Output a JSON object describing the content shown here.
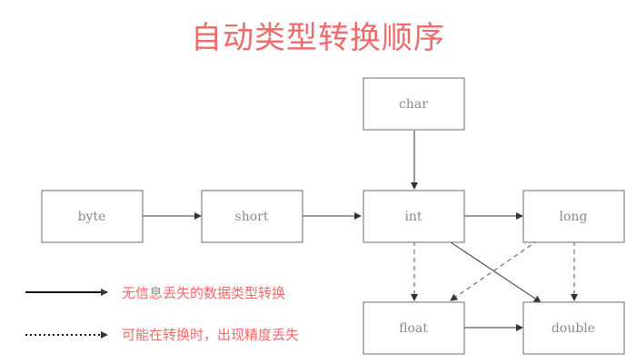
{
  "title": "自动类型转换顺序",
  "nodes": {
    "char": "char",
    "byte": "byte",
    "short": "short",
    "int": "int",
    "long": "long",
    "float": "float",
    "double": "double"
  },
  "edges": [
    {
      "from": "char",
      "to": "int",
      "style": "solid"
    },
    {
      "from": "byte",
      "to": "short",
      "style": "solid"
    },
    {
      "from": "short",
      "to": "int",
      "style": "solid"
    },
    {
      "from": "int",
      "to": "long",
      "style": "solid"
    },
    {
      "from": "int",
      "to": "double",
      "style": "solid"
    },
    {
      "from": "float",
      "to": "double",
      "style": "solid"
    },
    {
      "from": "int",
      "to": "float",
      "style": "dashed"
    },
    {
      "from": "long",
      "to": "float",
      "style": "dashed"
    },
    {
      "from": "long",
      "to": "double",
      "style": "dashed"
    }
  ],
  "legend": {
    "solid_label": "无信息丢失的数据类型转换",
    "dashed_label": "可能在转换时，出现精度丢失"
  },
  "colors": {
    "accent": "#f06a6a",
    "box_border": "#6b6b6b",
    "box_text": "#8a8a8a",
    "arrow": "#333333"
  }
}
